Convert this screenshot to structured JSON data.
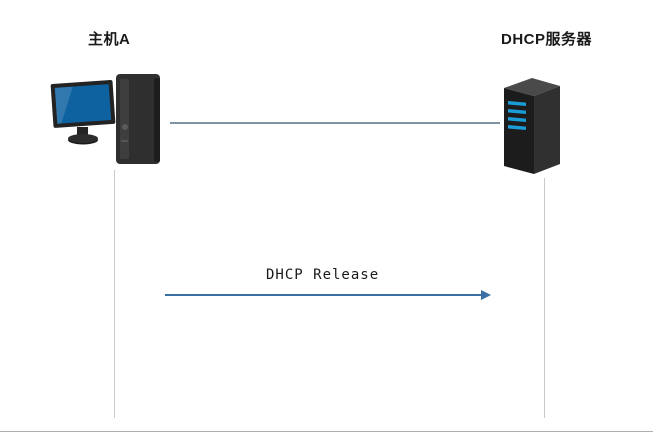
{
  "diagram": {
    "title": "DHCP Release sequence diagram",
    "host_label": "主机A",
    "server_label": "DHCP服务器",
    "message_label": "DHCP Release",
    "icons": [
      "desktop-computer-icon",
      "server-tower-icon"
    ],
    "colors": {
      "screen_blue": "#0e62a0",
      "led_blue": "#1a9cd8",
      "device_dark": "#2b2b2b",
      "link_line": "#7f93a2",
      "lifeline": "#c9c9c9",
      "arrow": "#3b6ea5",
      "text": "#1a1a1a",
      "edge": "#b0b0b0"
    }
  }
}
